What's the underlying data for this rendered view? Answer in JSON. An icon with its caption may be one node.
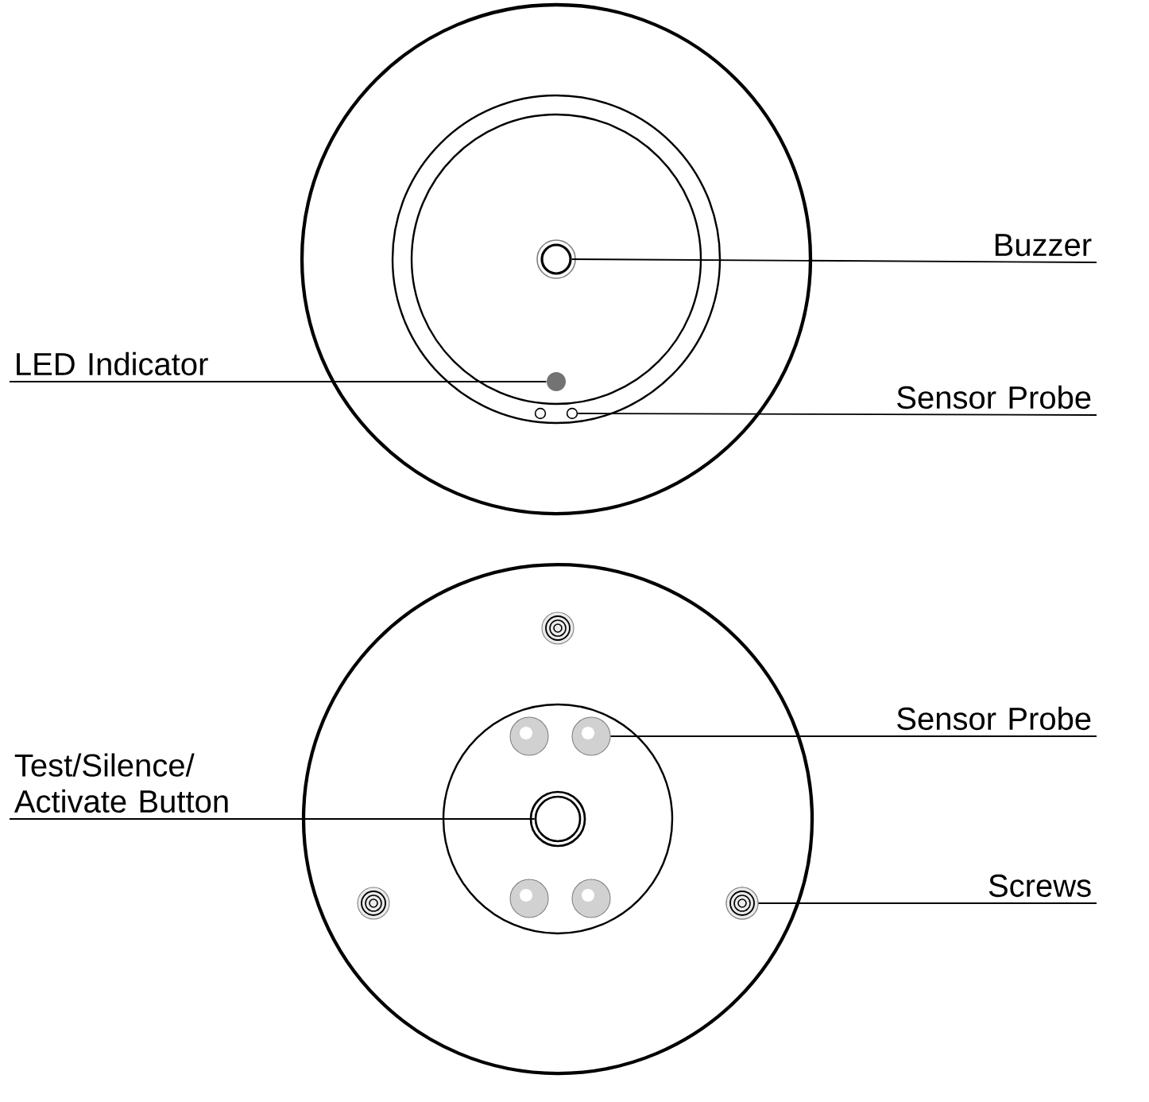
{
  "diagram": {
    "nodes": [
      {
        "text": [
          "Buzzer"
        ]
      },
      {
        "text": [],
        "shape": "circle"
      },
      {
        "text": [
          "LED Indicator"
        ]
      },
      {
        "text": [],
        "shape": "circle"
      },
      {
        "text": [
          "Sensor Probe"
        ]
      },
      {
        "text": [],
        "shape": "circle"
      },
      {
        "text": [
          "Sensor Probe"
        ]
      },
      {
        "text": [],
        "shape": "circle"
      },
      {
        "text": [
          "Test/Silence/ Activate Button"
        ]
      },
      {
        "text": [],
        "shape": "circle"
      },
      {
        "text": [
          "Screws"
        ]
      },
      {
        "text": [],
        "shape": "circle"
      }
    ],
    "edges": [
      {
        "from": 0,
        "to": 1,
        "arrow": "none"
      },
      {
        "from": 2,
        "to": 3,
        "arrow": "none"
      },
      {
        "from": 4,
        "to": 5,
        "arrow": "none"
      },
      {
        "from": 6,
        "to": 7,
        "arrow": "none"
      },
      {
        "from": 8,
        "to": 9,
        "arrow": "none"
      },
      {
        "from": 10,
        "to": 11,
        "arrow": "none"
      }
    ]
  }
}
